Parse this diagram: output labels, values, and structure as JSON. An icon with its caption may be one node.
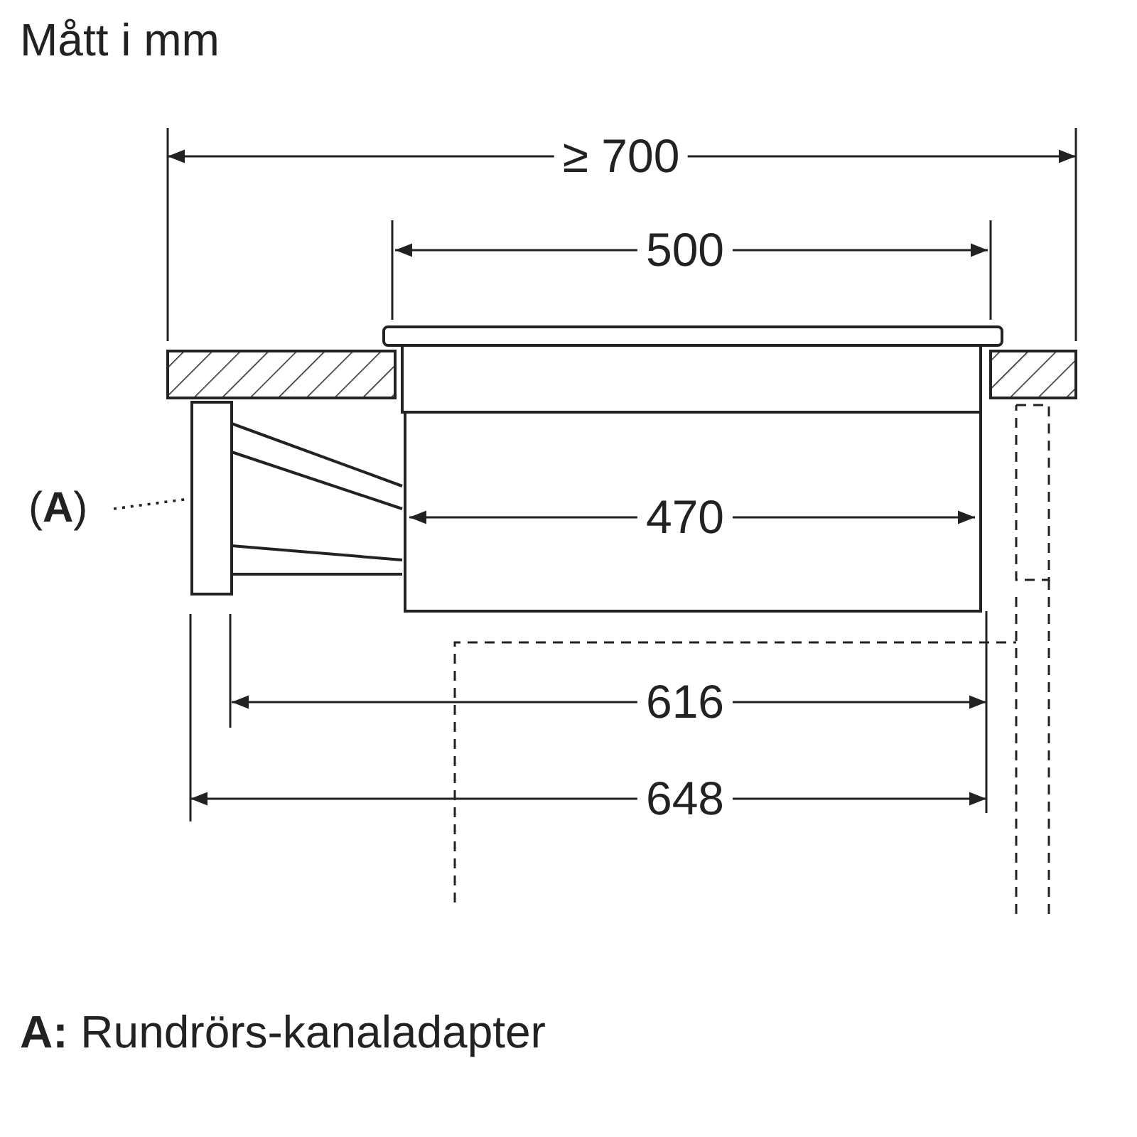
{
  "diagram": {
    "title": "Mått i mm",
    "caption": "**A:** Rundrörs-kanaladapter",
    "nodes": [
      {
        "text": [
          "(**A**)"
        ]
      },
      {
        "text": [],
        "shape": "picture"
      }
    ],
    "edges": [
      {
        "from": 0,
        "to": 1,
        "arrow": "none",
        "style": "dashed"
      }
    ],
    "labels": [
      "≥ 700",
      "500",
      "470",
      "616",
      "648"
    ]
  }
}
